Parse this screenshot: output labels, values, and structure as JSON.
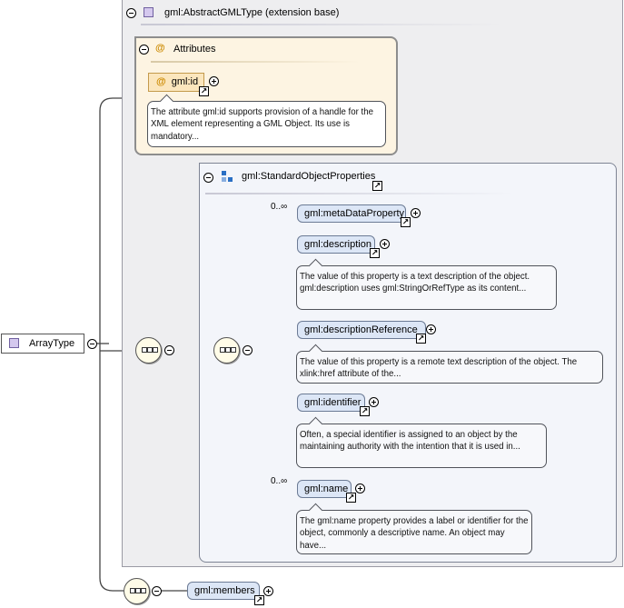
{
  "root": {
    "label": "ArrayType"
  },
  "extension": {
    "label": "gml:AbstractGMLType (extension base)"
  },
  "attributes": {
    "label": "Attributes",
    "id_attr": "gml:id",
    "id_doc": "The attribute gml:id supports provision of a handle for the XML element representing a GML Object. Its use is mandatory..."
  },
  "group": {
    "label": "gml:StandardObjectProperties"
  },
  "elements": [
    {
      "label": "gml:metaDataProperty",
      "cardinality": "0..∞",
      "doc": ""
    },
    {
      "label": "gml:description",
      "cardinality": "",
      "doc": "The value of this property is a text description of the object. gml:description uses gml:StringOrRefType as its content..."
    },
    {
      "label": "gml:descriptionReference",
      "cardinality": "",
      "doc": "The value of this property is a remote text description of the object. The xlink:href attribute of the..."
    },
    {
      "label": "gml:identifier",
      "cardinality": "",
      "doc": "Often, a special identifier is assigned to an object by the maintaining authority with the intention that it is used in..."
    },
    {
      "label": "gml:name",
      "cardinality": "0..∞",
      "doc": "The gml:name property provides a label or identifier for the object, commonly a descriptive name. An object may have..."
    }
  ],
  "members": {
    "label": "gml:members"
  },
  "icons": {
    "link": "↗"
  }
}
